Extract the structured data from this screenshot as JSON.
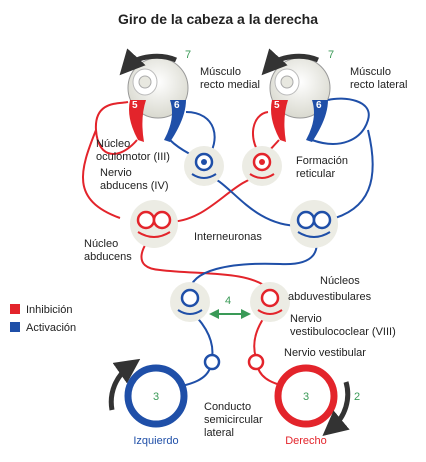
{
  "title": "Giro de la cabeza a la derecha",
  "colors": {
    "inhibition": "#e3242b",
    "activation": "#1f4fa8",
    "green_label": "#3a9a57",
    "arrow_gray": "#333333",
    "node_fill": "#ecece4",
    "right_label": "#e3242b",
    "left_label": "#1f4fa8"
  },
  "legend": {
    "inhibition": "Inhibición",
    "activation": "Activación"
  },
  "labels": {
    "musculo_medial_1": "Músculo",
    "musculo_medial_2": "recto medial",
    "musculo_lateral_1": "Músculo",
    "musculo_lateral_2": "recto lateral",
    "nucleo_oculomotor_1": "Núcleo",
    "nucleo_oculomotor_2": "oculomotor (III)",
    "nervio_abducens_1": "Nervio",
    "nervio_abducens_2": "abducens (IV)",
    "formacion_1": "Formación",
    "formacion_2": "reticular",
    "nucleo_abducens_1": "Núcleo",
    "nucleo_abducens_2": "abducens",
    "interneuronas": "Interneuronas",
    "nucleos_vest_1": "Núcleos",
    "nucleos_vest_2": "abduvestibulares",
    "nervio_vc_1": "Nervio",
    "nervio_vc_2": "vestibulococlear (VIII)",
    "nervio_vestibular": "Nervio vestibular",
    "conducto_1": "Conducto",
    "conducto_2": "semicircular",
    "conducto_3": "lateral",
    "izquierdo": "Izquierdo",
    "derecho": "Derecho"
  },
  "numbers": {
    "n7_left": "7",
    "n7_right": "7",
    "n5_left": "5",
    "n6_left": "6",
    "n5_right": "5",
    "n6_right": "6",
    "n4": "4",
    "n3_left": "3",
    "n3_right": "3",
    "n2": "2"
  }
}
